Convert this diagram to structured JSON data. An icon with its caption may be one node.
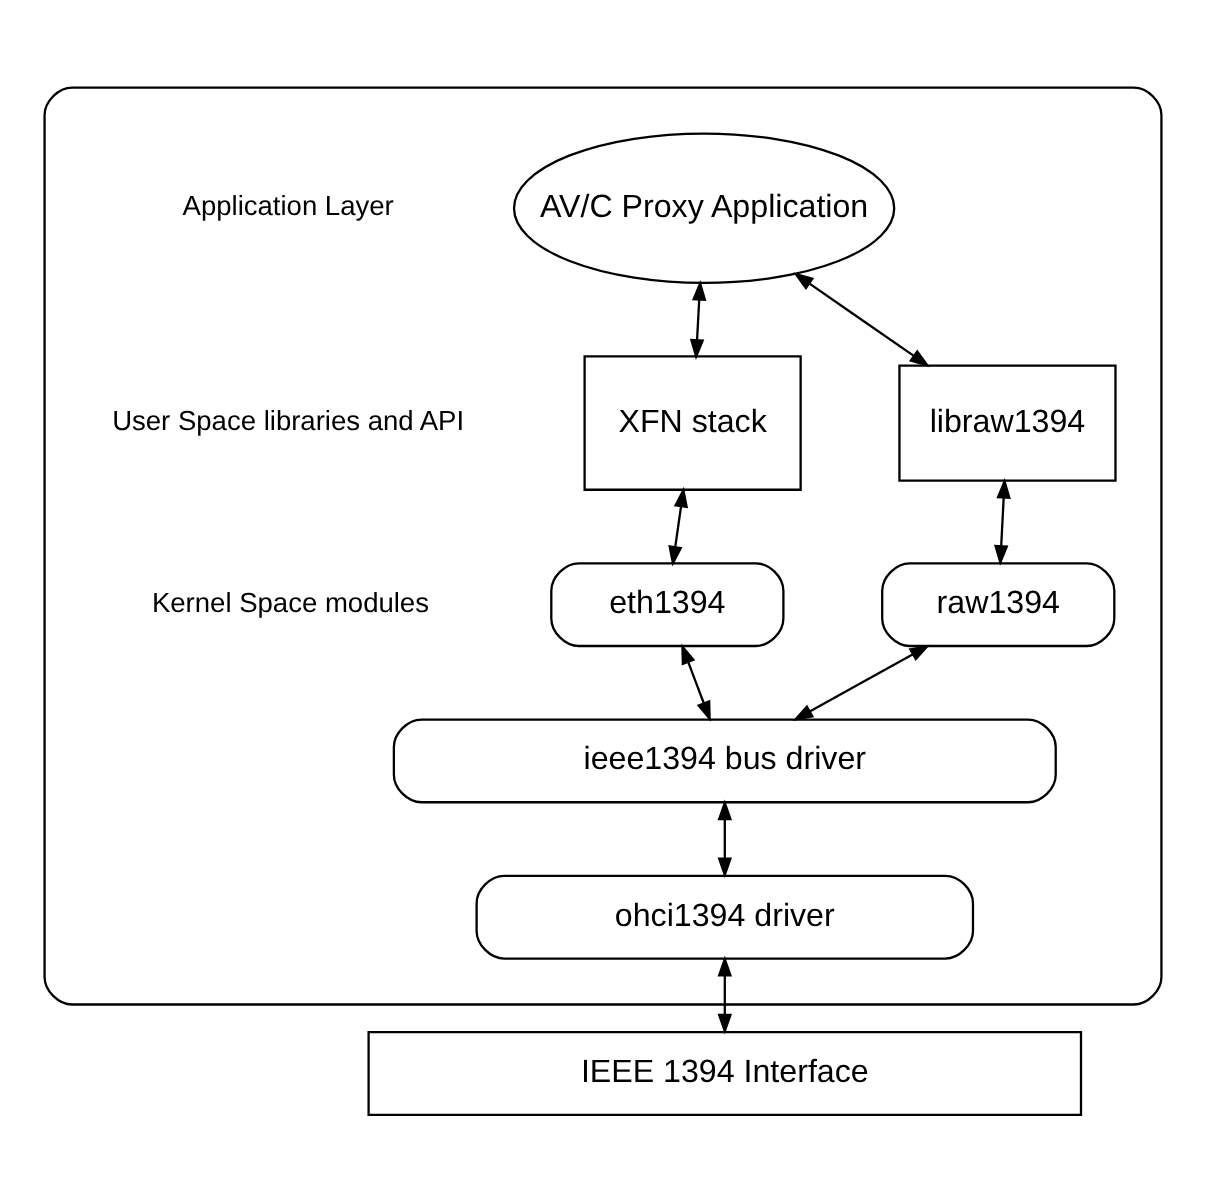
{
  "diagram": {
    "nodes": [
      {
        "text": [],
        "shape": "box"
      },
      {
        "text": [
          "AV/C Proxy Application"
        ],
        "in": 0
      },
      {
        "text": [
          "XFN stack"
        ],
        "in": 0
      },
      {
        "text": [
          "libraw1394"
        ],
        "in": 0
      },
      {
        "text": [
          "eth1394"
        ],
        "in": 0
      },
      {
        "text": [
          "raw1394"
        ],
        "in": 0
      },
      {
        "text": [
          "ieee1394 bus driver"
        ],
        "in": 0
      },
      {
        "text": [
          "ohci1394 driver"
        ],
        "in": 0
      },
      {
        "text": [
          "IEEE 1394 Interface"
        ]
      }
    ],
    "edges": [
      {
        "from": 1,
        "to": 2,
        "arrow": "both"
      },
      {
        "from": 1,
        "to": 3,
        "arrow": "both"
      },
      {
        "from": 2,
        "to": 4,
        "arrow": "both"
      },
      {
        "from": 3,
        "to": 5,
        "arrow": "both"
      },
      {
        "from": 4,
        "to": 6,
        "arrow": "both"
      },
      {
        "from": 5,
        "to": 6,
        "arrow": "both"
      },
      {
        "from": 6,
        "to": 7,
        "arrow": "both"
      },
      {
        "from": 7,
        "to": 8,
        "arrow": "both"
      }
    ],
    "labels": [
      "Application Layer",
      "User Space libraries and API",
      "Kernel Space modules"
    ]
  }
}
